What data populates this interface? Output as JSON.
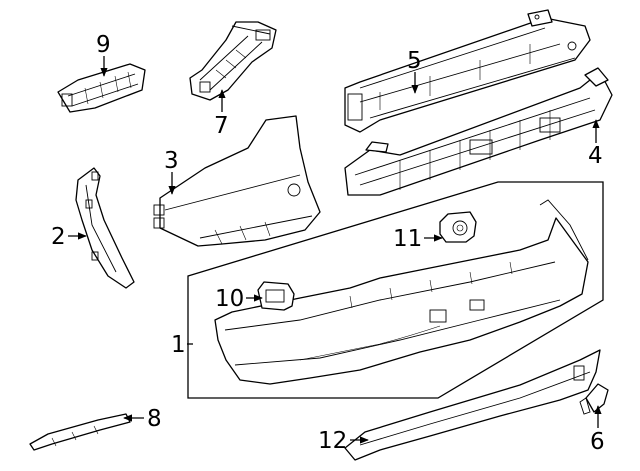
{
  "diagram": {
    "callouts": [
      {
        "id": "p1",
        "label": "1"
      },
      {
        "id": "p2",
        "label": "2"
      },
      {
        "id": "p3",
        "label": "3"
      },
      {
        "id": "p4",
        "label": "4"
      },
      {
        "id": "p5",
        "label": "5"
      },
      {
        "id": "p6",
        "label": "6"
      },
      {
        "id": "p7",
        "label": "7"
      },
      {
        "id": "p8",
        "label": "8"
      },
      {
        "id": "p9",
        "label": "9"
      },
      {
        "id": "p10",
        "label": "10"
      },
      {
        "id": "p11",
        "label": "11"
      },
      {
        "id": "p12",
        "label": "12"
      }
    ]
  }
}
